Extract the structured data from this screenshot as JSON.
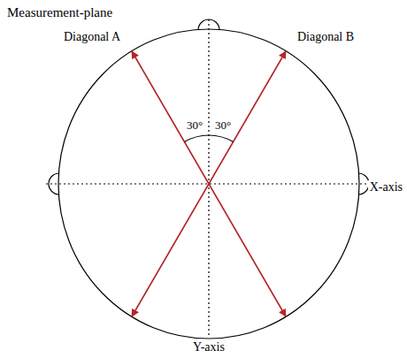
{
  "diagram": {
    "title": "Measurement-plane",
    "labels": [
      "Diagonal A",
      "Diagonal B",
      "30°",
      "30°",
      "X-axis",
      "Y-axis"
    ]
  }
}
